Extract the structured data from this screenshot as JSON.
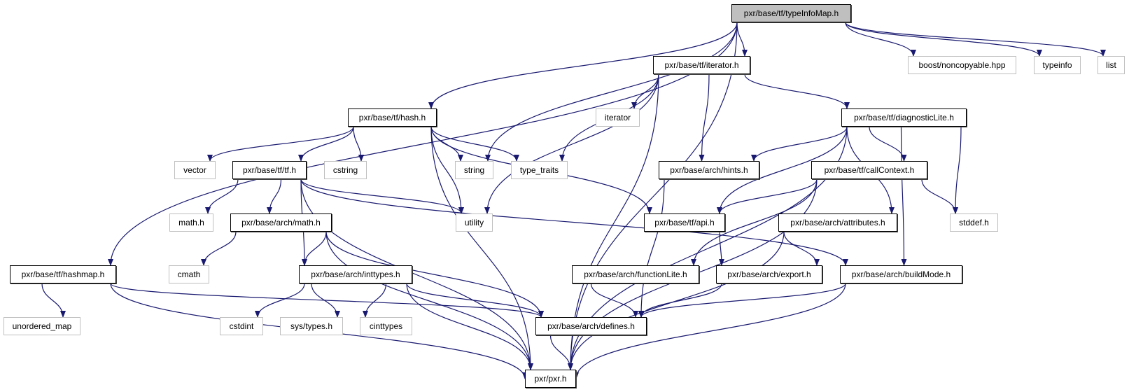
{
  "graph": {
    "title": "pxr/base/tf/typeInfoMap.h",
    "edge_color": "#191970",
    "root_fill": "#bfbfbf",
    "external_border": "#bfbfbf",
    "nodes": [
      {
        "id": "typeInfoMap",
        "label": "pxr/base/tf/typeInfoMap.h",
        "kind": "root"
      },
      {
        "id": "iteratorh",
        "label": "pxr/base/tf/iterator.h",
        "kind": "main"
      },
      {
        "id": "boost",
        "label": "boost/noncopyable.hpp",
        "kind": "ext"
      },
      {
        "id": "typeinfo",
        "label": "typeinfo",
        "kind": "ext"
      },
      {
        "id": "list",
        "label": "list",
        "kind": "ext"
      },
      {
        "id": "hash",
        "label": "pxr/base/tf/hash.h",
        "kind": "main"
      },
      {
        "id": "iterator",
        "label": "iterator",
        "kind": "ext"
      },
      {
        "id": "diag",
        "label": "pxr/base/tf/diagnosticLite.h",
        "kind": "main"
      },
      {
        "id": "vector",
        "label": "vector",
        "kind": "ext"
      },
      {
        "id": "tf",
        "label": "pxr/base/tf/tf.h",
        "kind": "main"
      },
      {
        "id": "cstring",
        "label": "cstring",
        "kind": "ext"
      },
      {
        "id": "string",
        "label": "string",
        "kind": "ext"
      },
      {
        "id": "type_traits",
        "label": "type_traits",
        "kind": "ext"
      },
      {
        "id": "hints",
        "label": "pxr/base/arch/hints.h",
        "kind": "main"
      },
      {
        "id": "callContext",
        "label": "pxr/base/tf/callContext.h",
        "kind": "main"
      },
      {
        "id": "mathh",
        "label": "math.h",
        "kind": "ext"
      },
      {
        "id": "archmath",
        "label": "pxr/base/arch/math.h",
        "kind": "main"
      },
      {
        "id": "utility",
        "label": "utility",
        "kind": "ext"
      },
      {
        "id": "api",
        "label": "pxr/base/tf/api.h",
        "kind": "main"
      },
      {
        "id": "attributes",
        "label": "pxr/base/arch/attributes.h",
        "kind": "main"
      },
      {
        "id": "stddef",
        "label": "stddef.h",
        "kind": "ext"
      },
      {
        "id": "hashmap",
        "label": "pxr/base/tf/hashmap.h",
        "kind": "main"
      },
      {
        "id": "cmath",
        "label": "cmath",
        "kind": "ext"
      },
      {
        "id": "inttypes",
        "label": "pxr/base/arch/inttypes.h",
        "kind": "main"
      },
      {
        "id": "functionLite",
        "label": "pxr/base/arch/functionLite.h",
        "kind": "main"
      },
      {
        "id": "export",
        "label": "pxr/base/arch/export.h",
        "kind": "main"
      },
      {
        "id": "buildMode",
        "label": "pxr/base/arch/buildMode.h",
        "kind": "main"
      },
      {
        "id": "unordered_map",
        "label": "unordered_map",
        "kind": "ext"
      },
      {
        "id": "cstdint",
        "label": "cstdint",
        "kind": "ext"
      },
      {
        "id": "systypes",
        "label": "sys/types.h",
        "kind": "ext"
      },
      {
        "id": "cinttypes",
        "label": "cinttypes",
        "kind": "ext"
      },
      {
        "id": "defines",
        "label": "pxr/base/arch/defines.h",
        "kind": "main"
      },
      {
        "id": "pxr",
        "label": "pxr/pxr.h",
        "kind": "main"
      }
    ],
    "edges": [
      [
        "typeInfoMap",
        "hashmap"
      ],
      [
        "typeInfoMap",
        "hash"
      ],
      [
        "typeInfoMap",
        "string"
      ],
      [
        "typeInfoMap",
        "iteratorh"
      ],
      [
        "typeInfoMap",
        "pxr"
      ],
      [
        "typeInfoMap",
        "boost"
      ],
      [
        "typeInfoMap",
        "typeinfo"
      ],
      [
        "typeInfoMap",
        "list"
      ],
      [
        "iteratorh",
        "iterator"
      ],
      [
        "iteratorh",
        "type_traits"
      ],
      [
        "iteratorh",
        "utility"
      ],
      [
        "iteratorh",
        "hints"
      ],
      [
        "iteratorh",
        "diag"
      ],
      [
        "iteratorh",
        "pxr"
      ],
      [
        "hash",
        "vector"
      ],
      [
        "hash",
        "tf"
      ],
      [
        "hash",
        "cstring"
      ],
      [
        "hash",
        "string"
      ],
      [
        "hash",
        "type_traits"
      ],
      [
        "hash",
        "utility"
      ],
      [
        "hash",
        "api"
      ],
      [
        "hash",
        "pxr"
      ],
      [
        "diag",
        "hints"
      ],
      [
        "diag",
        "api"
      ],
      [
        "diag",
        "callContext"
      ],
      [
        "diag",
        "attributes"
      ],
      [
        "diag",
        "stddef"
      ],
      [
        "diag",
        "buildMode"
      ],
      [
        "diag",
        "pxr"
      ],
      [
        "callContext",
        "api"
      ],
      [
        "callContext",
        "functionLite"
      ],
      [
        "callContext",
        "stddef"
      ],
      [
        "callContext",
        "pxr"
      ],
      [
        "tf",
        "mathh"
      ],
      [
        "tf",
        "archmath"
      ],
      [
        "tf",
        "inttypes"
      ],
      [
        "tf",
        "utility"
      ],
      [
        "tf",
        "pxr"
      ],
      [
        "tf",
        "buildMode"
      ],
      [
        "hints",
        "defines"
      ],
      [
        "api",
        "export"
      ],
      [
        "attributes",
        "export"
      ],
      [
        "attributes",
        "pxr"
      ],
      [
        "archmath",
        "cmath"
      ],
      [
        "archmath",
        "inttypes"
      ],
      [
        "archmath",
        "defines"
      ],
      [
        "archmath",
        "pxr"
      ],
      [
        "hashmap",
        "unordered_map"
      ],
      [
        "hashmap",
        "defines"
      ],
      [
        "hashmap",
        "pxr"
      ],
      [
        "inttypes",
        "cstdint"
      ],
      [
        "inttypes",
        "systypes"
      ],
      [
        "inttypes",
        "cinttypes"
      ],
      [
        "inttypes",
        "defines"
      ],
      [
        "inttypes",
        "pxr"
      ],
      [
        "functionLite",
        "defines"
      ],
      [
        "export",
        "defines"
      ],
      [
        "buildMode",
        "defines"
      ],
      [
        "buildMode",
        "pxr"
      ],
      [
        "defines",
        "pxr"
      ]
    ]
  }
}
